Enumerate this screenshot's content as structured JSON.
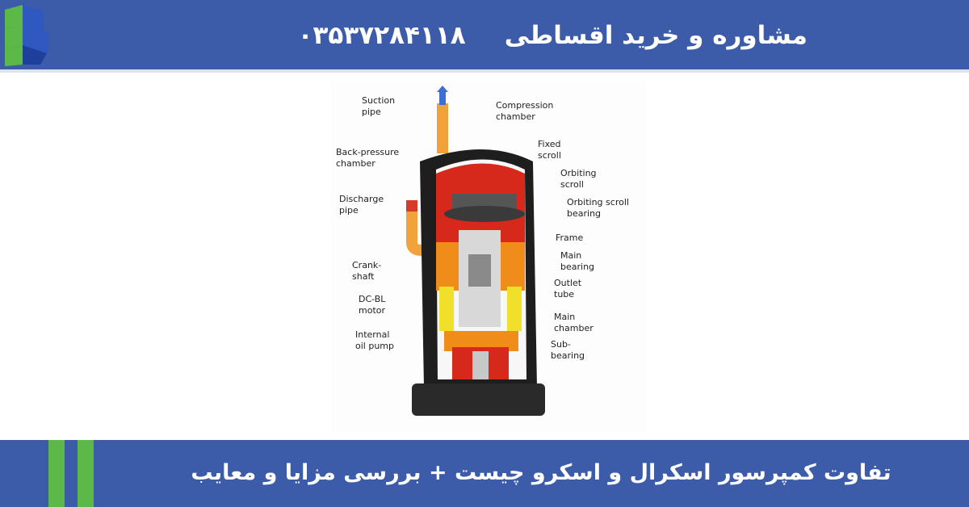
{
  "header": {
    "title": "مشاوره و خرید اقساطی",
    "phone": "۰۳۵۳۷۲۸۴۱۱۸",
    "logo_icon": "brand-logo-icon",
    "background_color": "#3c5ba8"
  },
  "diagram": {
    "labels": {
      "suction_pipe": "Suction\npipe",
      "compression_chamber": "Compression\nchamber",
      "fixed_scroll": "Fixed\nscroll",
      "back_pressure_chamber": "Back-pressure\nchamber",
      "orbiting_scroll": "Orbiting\nscroll",
      "discharge_pipe": "Discharge\npipe",
      "orbiting_scroll_bearing": "Orbiting   scroll\nbearing",
      "frame": "Frame",
      "main_bearing": "Main\nbearing",
      "crankshaft": "Crank-\nshaft",
      "outlet_tube": "Outlet\ntube",
      "dcbl_motor": "DC-BL\nmotor",
      "main_chamber": "Main\nchamber",
      "internal_oil_pump": "Internal\noil pump",
      "sub_bearing": "Sub-\nbearing"
    }
  },
  "footer": {
    "title": "تفاوت کمپرسور اسکرال و اسکرو چیست + بررسی مزایا و معایب",
    "accent_color": "#5cb947"
  }
}
